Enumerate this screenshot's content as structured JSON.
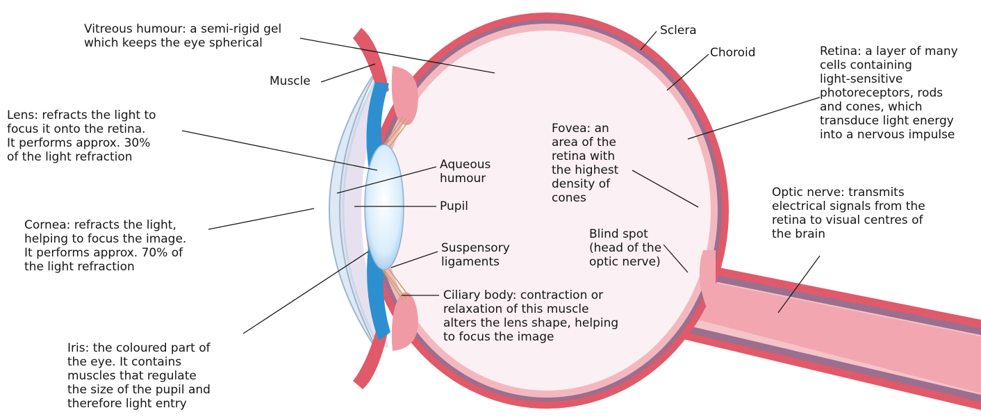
{
  "labels": {
    "vitreous": "Vitreous humour: a semi-rigid gel\nwhich keeps the eye spherical",
    "sclera": "Sclera",
    "choroid": "Choroid",
    "retina": "Retina: a layer of many\ncells containing\nlight-sensitive\nphotoreceptors, rods\nand cones, which\ntransduce light energy\ninto a nervous impulse",
    "muscle": "Muscle",
    "lens": "Lens: refracts the light to\nfocus it onto the retina.\nIt performs approx. 30%\nof the light refraction",
    "fovea": "Fovea:  an\narea of the\nretina with\nthe highest\ndensity of\ncones",
    "aqueous": "Aqueous\nhumour",
    "pupil": "Pupil",
    "optic_nerve": "Optic nerve: transmits\nelectrical signals from the\nretina to visual centres of\nthe brain",
    "cornea": "Cornea: refracts the light,\nhelping to focus the image.\nIt performs approx. 70% of\nthe light refraction",
    "blind_spot": "Blind spot\n(head of the\noptic nerve)",
    "suspensory": "Suspensory\nligaments",
    "ciliary": "Ciliary body: contraction or\nrelaxation of this muscle\nalters the lens shape, helping\nto focus the image",
    "iris": "Iris: the coloured part of\nthe eye. It contains\nmuscles that regulate\nthe size of the pupil and\ntherefore light entry"
  },
  "colors": {
    "sclera": "#e05a6a",
    "choroid": "#9b6f8f",
    "retina": "#f3b8bf",
    "vitreous": "#fbf0f3",
    "iris": "#2d8fd0",
    "lens": "#dcefff",
    "cornea": "#eef4fa",
    "ciliary": "#f09aa6"
  }
}
